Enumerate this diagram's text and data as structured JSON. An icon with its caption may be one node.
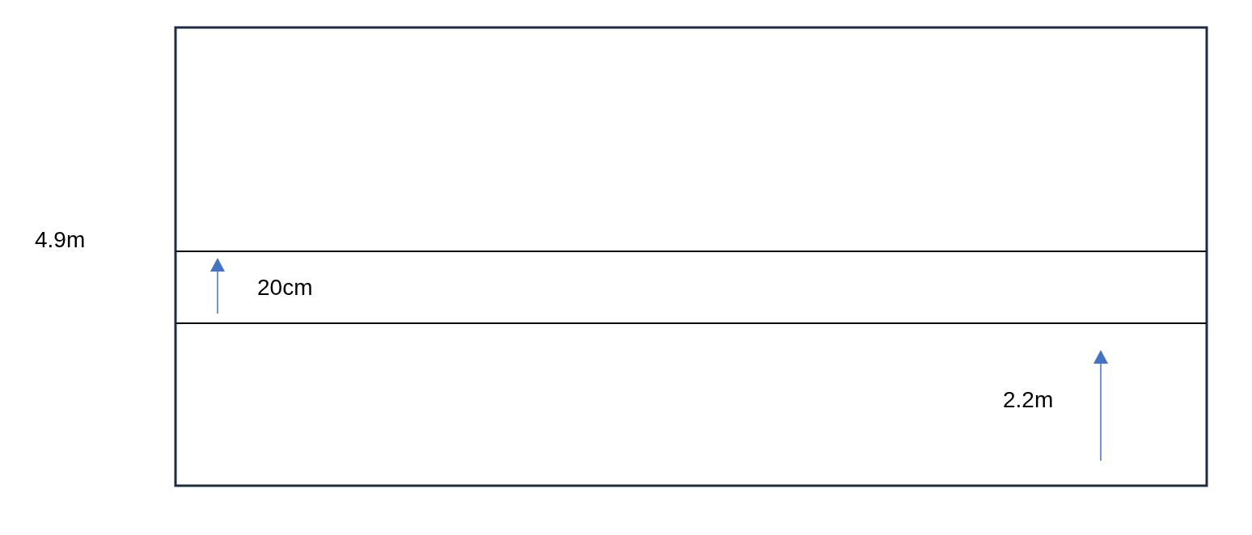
{
  "diagram": {
    "labels": [
      "4.9m",
      "20cm",
      "2.2m"
    ]
  }
}
